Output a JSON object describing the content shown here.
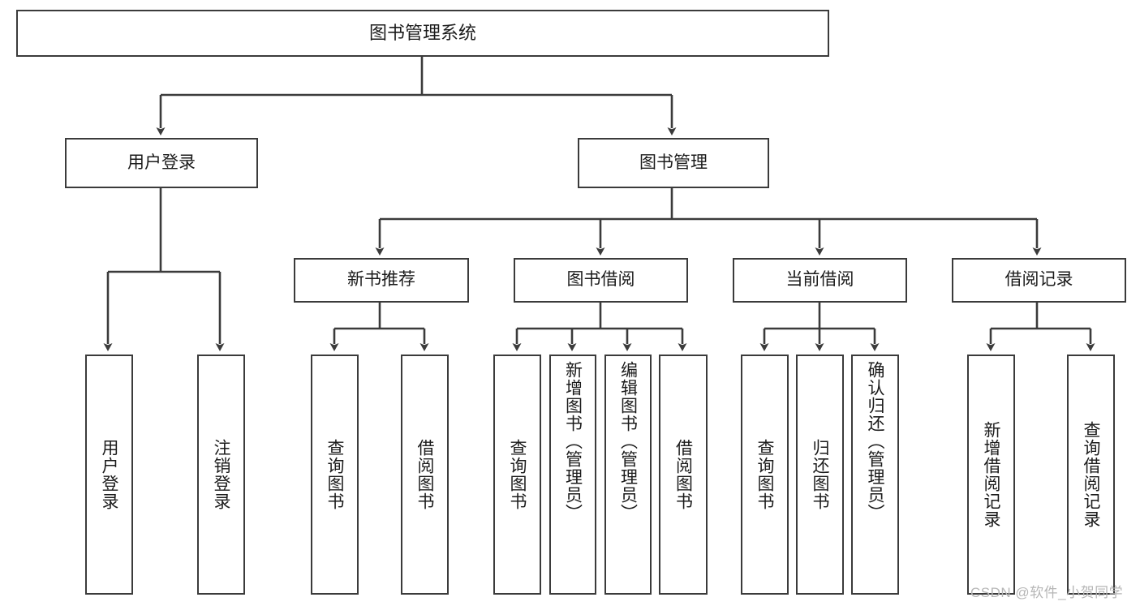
{
  "diagram": {
    "title": "图书管理系统",
    "type": "hierarchy-tree",
    "root": {
      "label": "图书管理系统"
    },
    "level1": [
      {
        "label": "用户登录"
      },
      {
        "label": "图书管理"
      }
    ],
    "level2": [
      {
        "label": "新书推荐"
      },
      {
        "label": "图书借阅"
      },
      {
        "label": "当前借阅"
      },
      {
        "label": "借阅记录"
      }
    ],
    "leaves": {
      "user_login": [
        {
          "label": "用户登录"
        },
        {
          "label": "注销登录"
        }
      ],
      "new_book_recommend": [
        {
          "label": "查询图书"
        },
        {
          "label": "借阅图书"
        }
      ],
      "book_borrow": [
        {
          "label": "查询图书"
        },
        {
          "label": "新增图书（管理员）"
        },
        {
          "label": "编辑图书（管理员）"
        },
        {
          "label": "借阅图书"
        }
      ],
      "current_borrow": [
        {
          "label": "查询图书"
        },
        {
          "label": "归还图书"
        },
        {
          "label": "确认归还（管理员）"
        }
      ],
      "borrow_record": [
        {
          "label": "新增借阅记录"
        },
        {
          "label": "查询借阅记录"
        }
      ]
    }
  },
  "watermark": {
    "text": "CSDN @软件_小贺同学"
  },
  "colors": {
    "stroke": "#3b3b3b",
    "background": "#ffffff",
    "text": "#1b1b1b",
    "watermark": "#b6b6b6"
  }
}
